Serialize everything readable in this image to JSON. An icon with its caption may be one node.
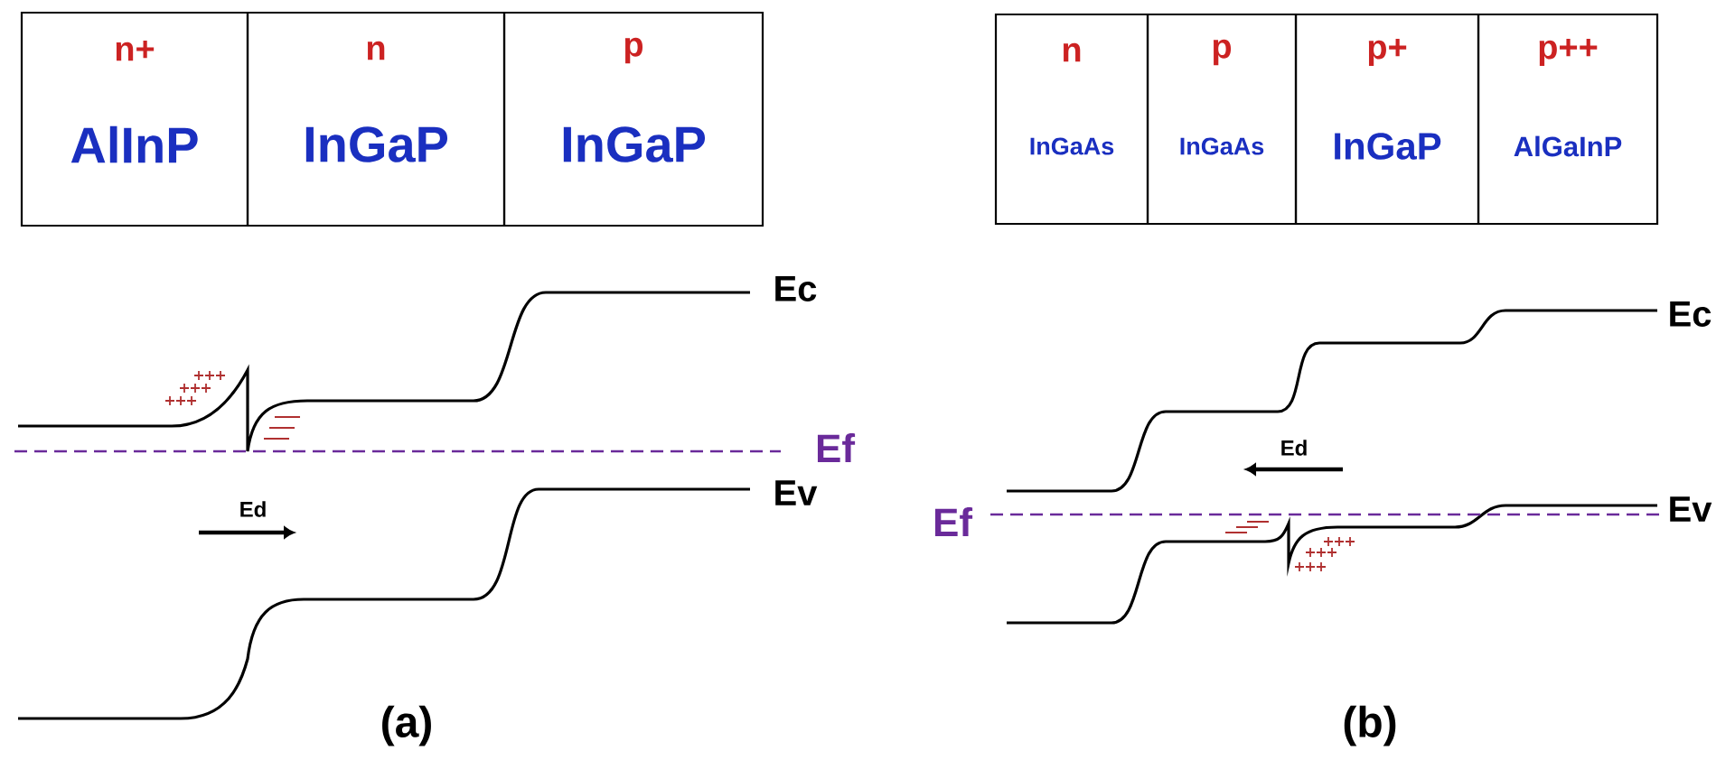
{
  "diagram": {
    "nodes": [
      {
        "text": [
          "n+",
          "AlInP"
        ]
      },
      {
        "text": [
          "n",
          "InGaP"
        ]
      },
      {
        "text": [
          "p",
          "InGaP"
        ]
      },
      {
        "text": [
          "n",
          "InGaAs"
        ]
      },
      {
        "text": [
          "p",
          "InGaAs"
        ]
      },
      {
        "text": [
          "p+",
          "InGaP"
        ]
      },
      {
        "text": [
          "p++",
          "AlGaInP"
        ]
      }
    ],
    "labels": [
      "Ec",
      "Ef",
      "Ev",
      "Ed",
      "(a)",
      "Ec",
      "Ed",
      "Ef",
      "Ev",
      "(b)"
    ]
  }
}
